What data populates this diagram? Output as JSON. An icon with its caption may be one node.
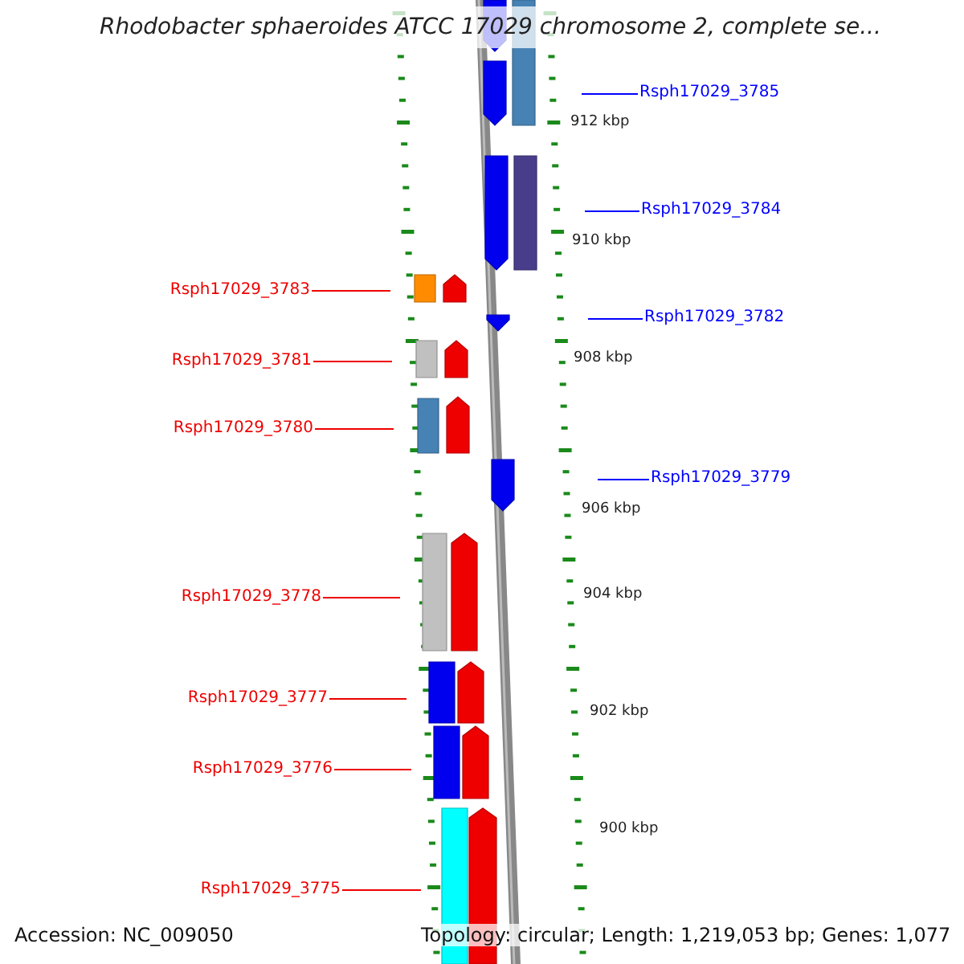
{
  "diagram": {
    "title": "Rhodobacter sphaeroides ATCC 17029 chromosome 2, complete se...",
    "nodes": [
      {
        "text": [
          "Rsph17029_3785"
        ]
      },
      {
        "text": [
          "Rsph17029_3784"
        ]
      },
      {
        "text": [
          "Rsph17029_3783"
        ]
      },
      {
        "text": [
          "Rsph17029_3782"
        ]
      },
      {
        "text": [
          "Rsph17029_3781"
        ]
      },
      {
        "text": [
          "Rsph17029_3780"
        ]
      },
      {
        "text": [
          "Rsph17029_3779"
        ]
      },
      {
        "text": [
          "Rsph17029_3778"
        ]
      },
      {
        "text": [
          "Rsph17029_3777"
        ]
      },
      {
        "text": [
          "Rsph17029_3776"
        ]
      },
      {
        "text": [
          "Rsph17029_3775"
        ]
      }
    ],
    "edges": [
      {
        "from": 0,
        "to": null,
        "arrow": "none",
        "color": "#0000ff"
      },
      {
        "from": 1,
        "to": null,
        "arrow": "none",
        "color": "#0000ff"
      },
      {
        "from": 2,
        "to": null,
        "arrow": "none"
      },
      {
        "from": 3,
        "to": null,
        "arrow": "none",
        "color": "#0000ff"
      },
      {
        "from": 4,
        "to": null,
        "arrow": "none"
      },
      {
        "from": 5,
        "to": null,
        "arrow": "none"
      },
      {
        "from": 6,
        "to": null,
        "arrow": "none",
        "color": "#0000ff"
      },
      {
        "from": 7,
        "to": null,
        "arrow": "none"
      },
      {
        "from": 8,
        "to": null,
        "arrow": "none"
      },
      {
        "from": 9,
        "to": null,
        "arrow": "none"
      },
      {
        "from": 10,
        "to": null,
        "arrow": "none"
      }
    ],
    "labels": [
      "912 kbp",
      "910 kbp",
      "908 kbp",
      "906 kbp",
      "904 kbp",
      "902 kbp",
      "900 kbp",
      "Accession: NC_009050",
      "Topology: circular; Length: 1,219,053 bp; Genes: 1,077"
    ]
  }
}
